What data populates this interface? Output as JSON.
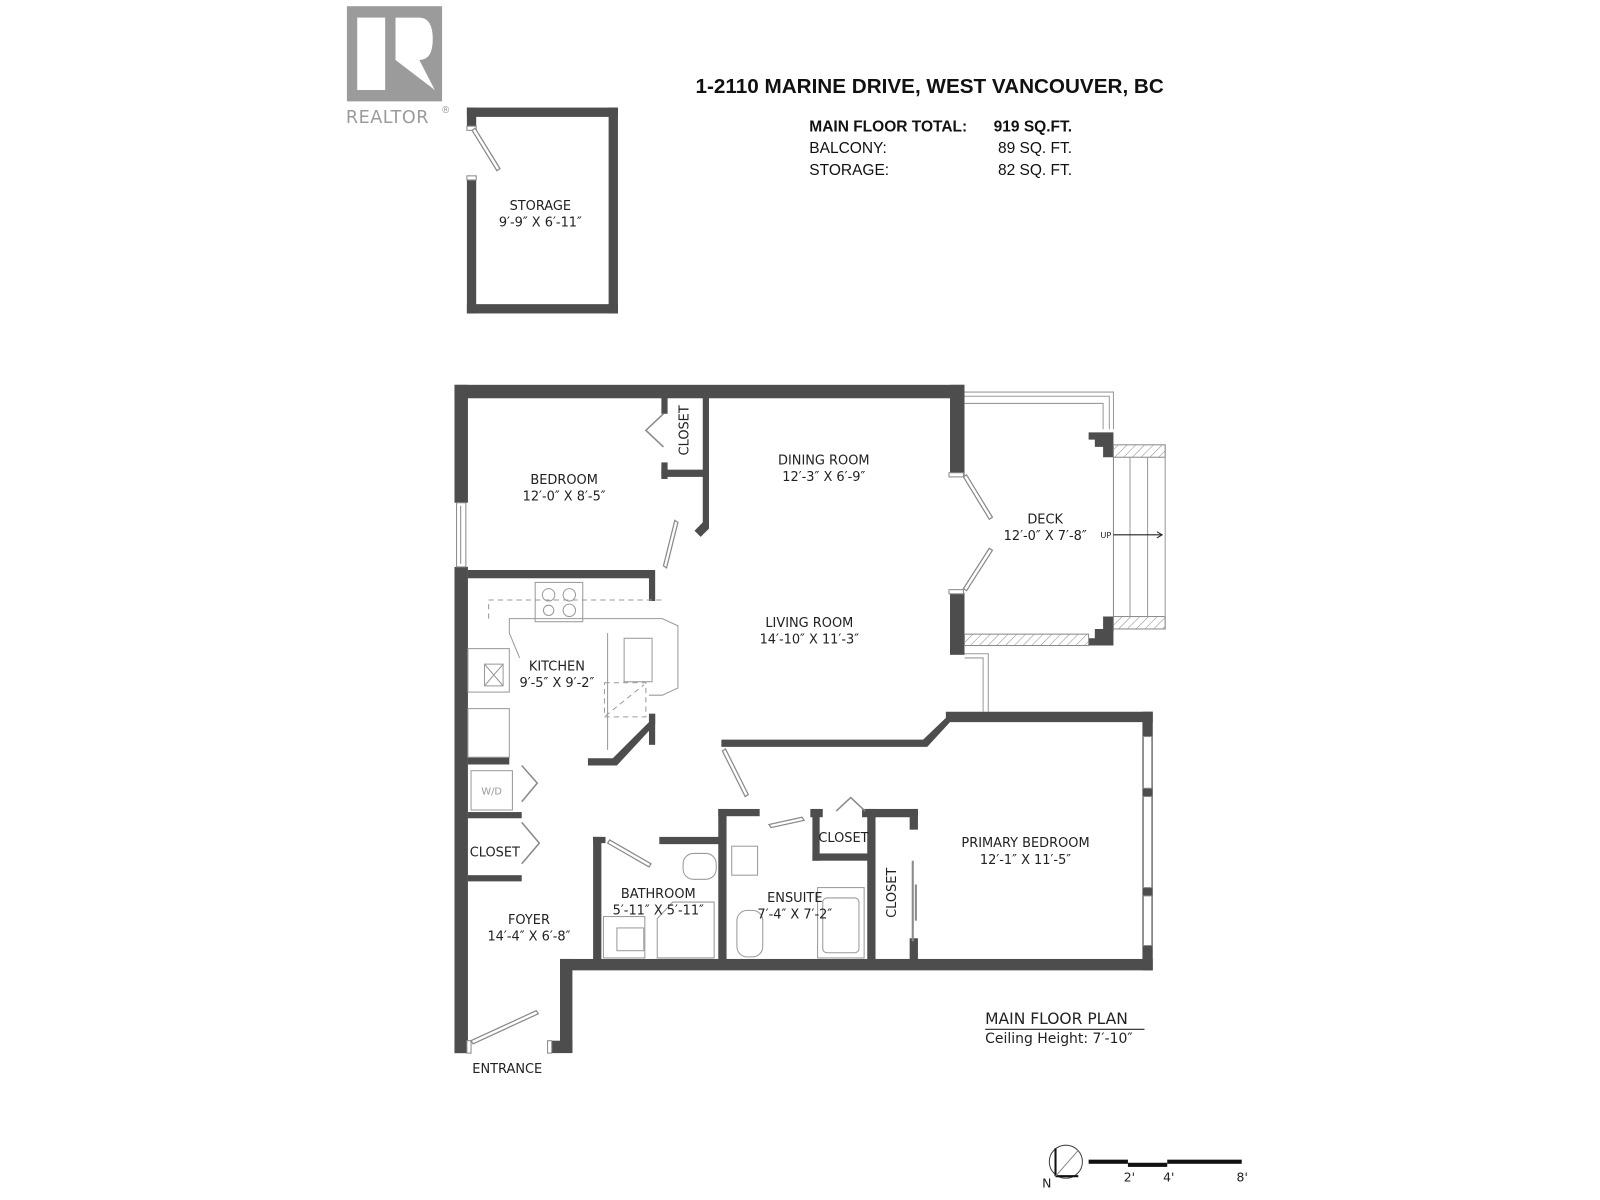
{
  "logo": {
    "text": "REALTOR",
    "mark": "®",
    "color": "#9b9b9b"
  },
  "header": {
    "address": "1-2110 MARINE DRIVE, WEST VANCOUVER, BC",
    "areas": [
      {
        "label": "MAIN FLOOR TOTAL:",
        "value": "919 SQ.FT."
      },
      {
        "label": "BALCONY:",
        "value": "89 SQ. FT."
      },
      {
        "label": "STORAGE:",
        "value": "82 SQ. FT."
      }
    ]
  },
  "rooms": {
    "storage": {
      "name": "STORAGE",
      "dims": "9′-9″ X 6′-11″"
    },
    "bedroom": {
      "name": "BEDROOM",
      "dims": "12′-0″ X 8′-5″"
    },
    "bedroom_closet": {
      "name": "CLOSET"
    },
    "dining": {
      "name": "DINING ROOM",
      "dims": "12′-3″ X 6′-9″"
    },
    "living": {
      "name": "LIVING ROOM",
      "dims": "14′-10″ X 11′-3″"
    },
    "deck": {
      "name": "DECK",
      "dims": "12′-0″ X 7′-8″",
      "stair_label": "UP"
    },
    "kitchen": {
      "name": "KITCHEN",
      "dims": "9′-5″ X 9′-2″"
    },
    "wd": {
      "name": "W/D"
    },
    "hall_closet": {
      "name": "CLOSET"
    },
    "foyer": {
      "name": "FOYER",
      "dims": "14′-4″ X 6′-8″"
    },
    "bathroom": {
      "name": "BATHROOM",
      "dims": "5′-11″ X 5′-11″"
    },
    "ensuite": {
      "name": "ENSUITE",
      "dims": "7′-4″ X 7′-2″"
    },
    "ensuite_closet": {
      "name": "CLOSET"
    },
    "primary_closet": {
      "name": "CLOSET"
    },
    "primary": {
      "name": "PRIMARY BEDROOM",
      "dims": "12′-1″ X 11′-5″"
    },
    "entrance": {
      "name": "ENTRANCE"
    }
  },
  "plan_info": {
    "title": "MAIN FLOOR PLAN",
    "ceiling": "Ceiling Height: 7′-10″"
  },
  "scale": {
    "north": "N",
    "ticks": [
      "2'",
      "4'",
      "8'"
    ]
  },
  "colors": {
    "wall": "#4d4d4d",
    "fixture": "#9a9a9a",
    "text": "#222222"
  }
}
